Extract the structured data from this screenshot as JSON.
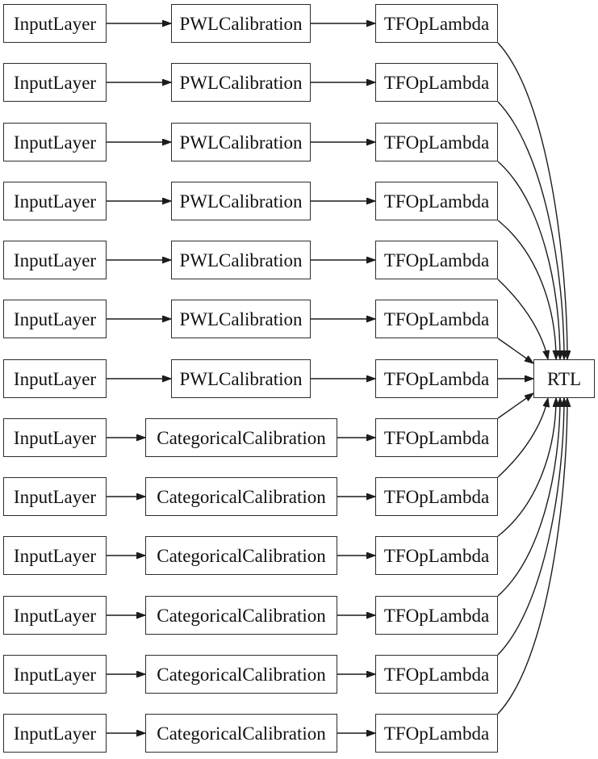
{
  "diagram": {
    "type": "model-graph",
    "background": "#ffffff",
    "node_fill": "#ffffff",
    "node_border": "#2d2d2d",
    "edge_color": "#1c1c1c",
    "sink_label": "RTL",
    "rows": [
      {
        "nodes": [
          "InputLayer",
          "PWLCalibration",
          "TFOpLambda"
        ]
      },
      {
        "nodes": [
          "InputLayer",
          "PWLCalibration",
          "TFOpLambda"
        ]
      },
      {
        "nodes": [
          "InputLayer",
          "PWLCalibration",
          "TFOpLambda"
        ]
      },
      {
        "nodes": [
          "InputLayer",
          "PWLCalibration",
          "TFOpLambda"
        ]
      },
      {
        "nodes": [
          "InputLayer",
          "PWLCalibration",
          "TFOpLambda"
        ]
      },
      {
        "nodes": [
          "InputLayer",
          "PWLCalibration",
          "TFOpLambda"
        ]
      },
      {
        "nodes": [
          "InputLayer",
          "PWLCalibration",
          "TFOpLambda"
        ]
      },
      {
        "nodes": [
          "InputLayer",
          "CategoricalCalibration",
          "TFOpLambda"
        ]
      },
      {
        "nodes": [
          "InputLayer",
          "CategoricalCalibration",
          "TFOpLambda"
        ]
      },
      {
        "nodes": [
          "InputLayer",
          "CategoricalCalibration",
          "TFOpLambda"
        ]
      },
      {
        "nodes": [
          "InputLayer",
          "CategoricalCalibration",
          "TFOpLambda"
        ]
      },
      {
        "nodes": [
          "InputLayer",
          "CategoricalCalibration",
          "TFOpLambda"
        ]
      },
      {
        "nodes": [
          "InputLayer",
          "CategoricalCalibration",
          "TFOpLambda"
        ]
      }
    ]
  }
}
